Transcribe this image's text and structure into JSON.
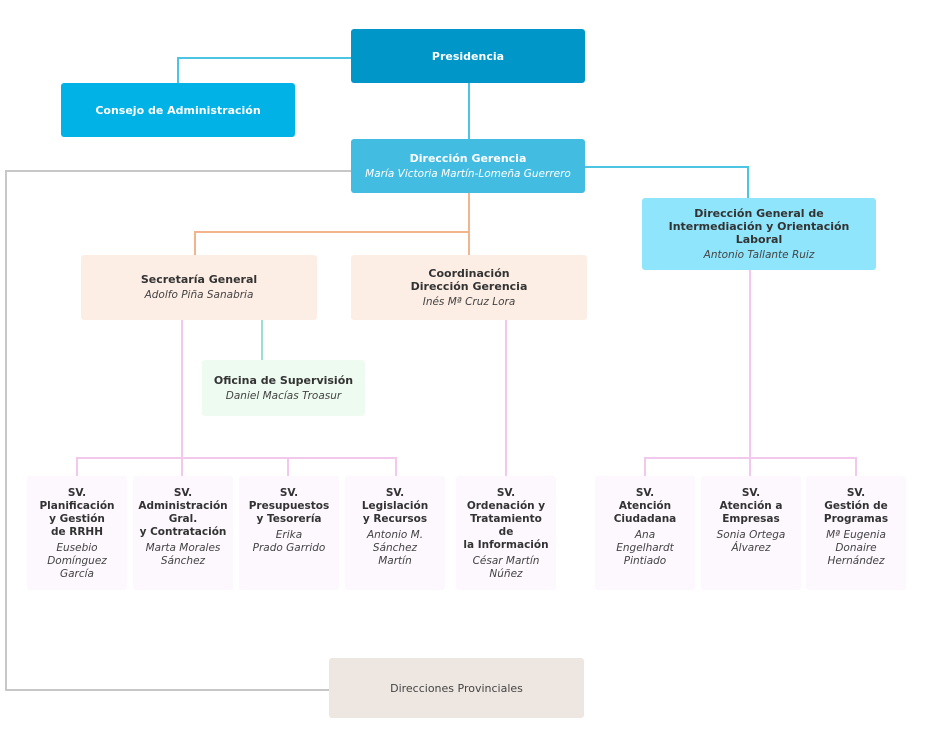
{
  "colors": {
    "presidencia": "#0096C8",
    "consejo": "#00B2E6",
    "direccion_gerencia": "#43BCE2",
    "intermediacion": "#8FE5FC",
    "secretaria": "#FDEEE5",
    "oficina": "#EEFBF1",
    "servicio": "#FDF7FE",
    "provinciales": "#EEE7E1",
    "line_blue": "#4CC4E4",
    "line_orange": "#F2B48C",
    "line_pink": "#F2C8EC",
    "line_teal": "#9FDDD3",
    "line_gray": "#C7C7C7"
  },
  "presidencia": {
    "title": "Presidencia"
  },
  "consejo": {
    "title": "Consejo de Administración"
  },
  "direccion_gerencia": {
    "title": "Dirección Gerencia",
    "name": "María Victoria Martín-Lomeña Guerrero"
  },
  "intermediacion": {
    "title": "Dirección General de\nIntermediación y Orientación\nLaboral",
    "name": "Antonio Tallante Ruiz"
  },
  "secretaria": {
    "title": "Secretaría General",
    "name": "Adolfo Piña Sanabria"
  },
  "coordinacion": {
    "title": "Coordinación\nDirección Gerencia",
    "name": "Inés Mª Cruz Lora"
  },
  "oficina": {
    "title": "Oficina de Supervisión",
    "name": "Daniel Macías Troasur"
  },
  "servicios": [
    {
      "title": "SV.\nPlanificación\ny Gestión\nde RRHH",
      "name": "Eusebio\nDomínguez\nGarcía"
    },
    {
      "title": "SV.\nAdministración\nGral.\ny Contratación",
      "name": "Marta Morales\nSánchez"
    },
    {
      "title": "SV.\nPresupuestos\ny Tesorería",
      "name": "Erika\nPrado Garrido"
    },
    {
      "title": "SV.\nLegislación\ny Recursos",
      "name": "Antonio M.\nSánchez\nMartín"
    },
    {
      "title": "SV.\nOrdenación y\nTratamiento de\nla Información",
      "name": "César Martín\nNúñez"
    },
    {
      "title": "SV.\nAtención\nCiudadana",
      "name": "Ana\nEngelhardt\nPintiado"
    },
    {
      "title": "SV.\nAtención a\nEmpresas",
      "name": "Sonia Ortega\nÁlvarez"
    },
    {
      "title": "SV.\nGestión de\nProgramas",
      "name": "Mª Eugenia\nDonaire\nHernández"
    }
  ],
  "provinciales": {
    "title": "Direcciones Provinciales"
  }
}
